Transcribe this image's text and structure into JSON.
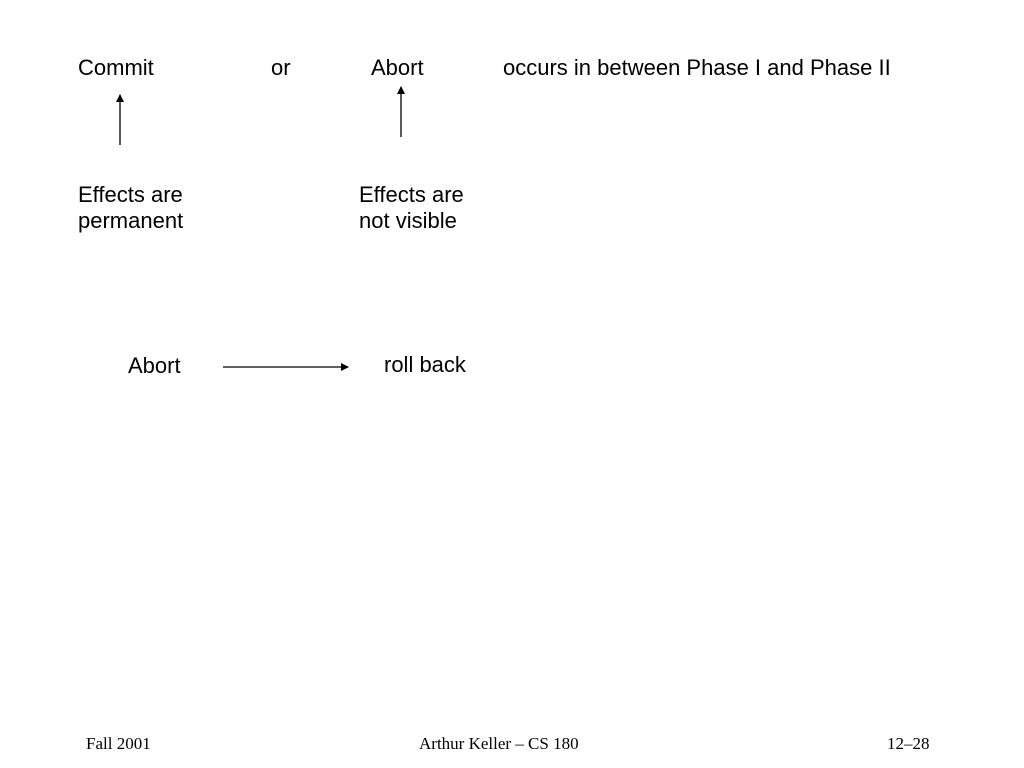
{
  "top_row": {
    "commit": "Commit",
    "or": "or",
    "abort": "Abort",
    "note": "occurs in between Phase I and Phase II"
  },
  "commit_effect": {
    "line1": "Effects are",
    "line2": "permanent"
  },
  "abort_effect": {
    "line1": "Effects are",
    "line2": "not visible"
  },
  "rollback_row": {
    "abort": "Abort",
    "result": "roll back"
  },
  "footer": {
    "left": "Fall 2001",
    "center": "Arthur Keller – CS 180",
    "right": "12–28"
  }
}
